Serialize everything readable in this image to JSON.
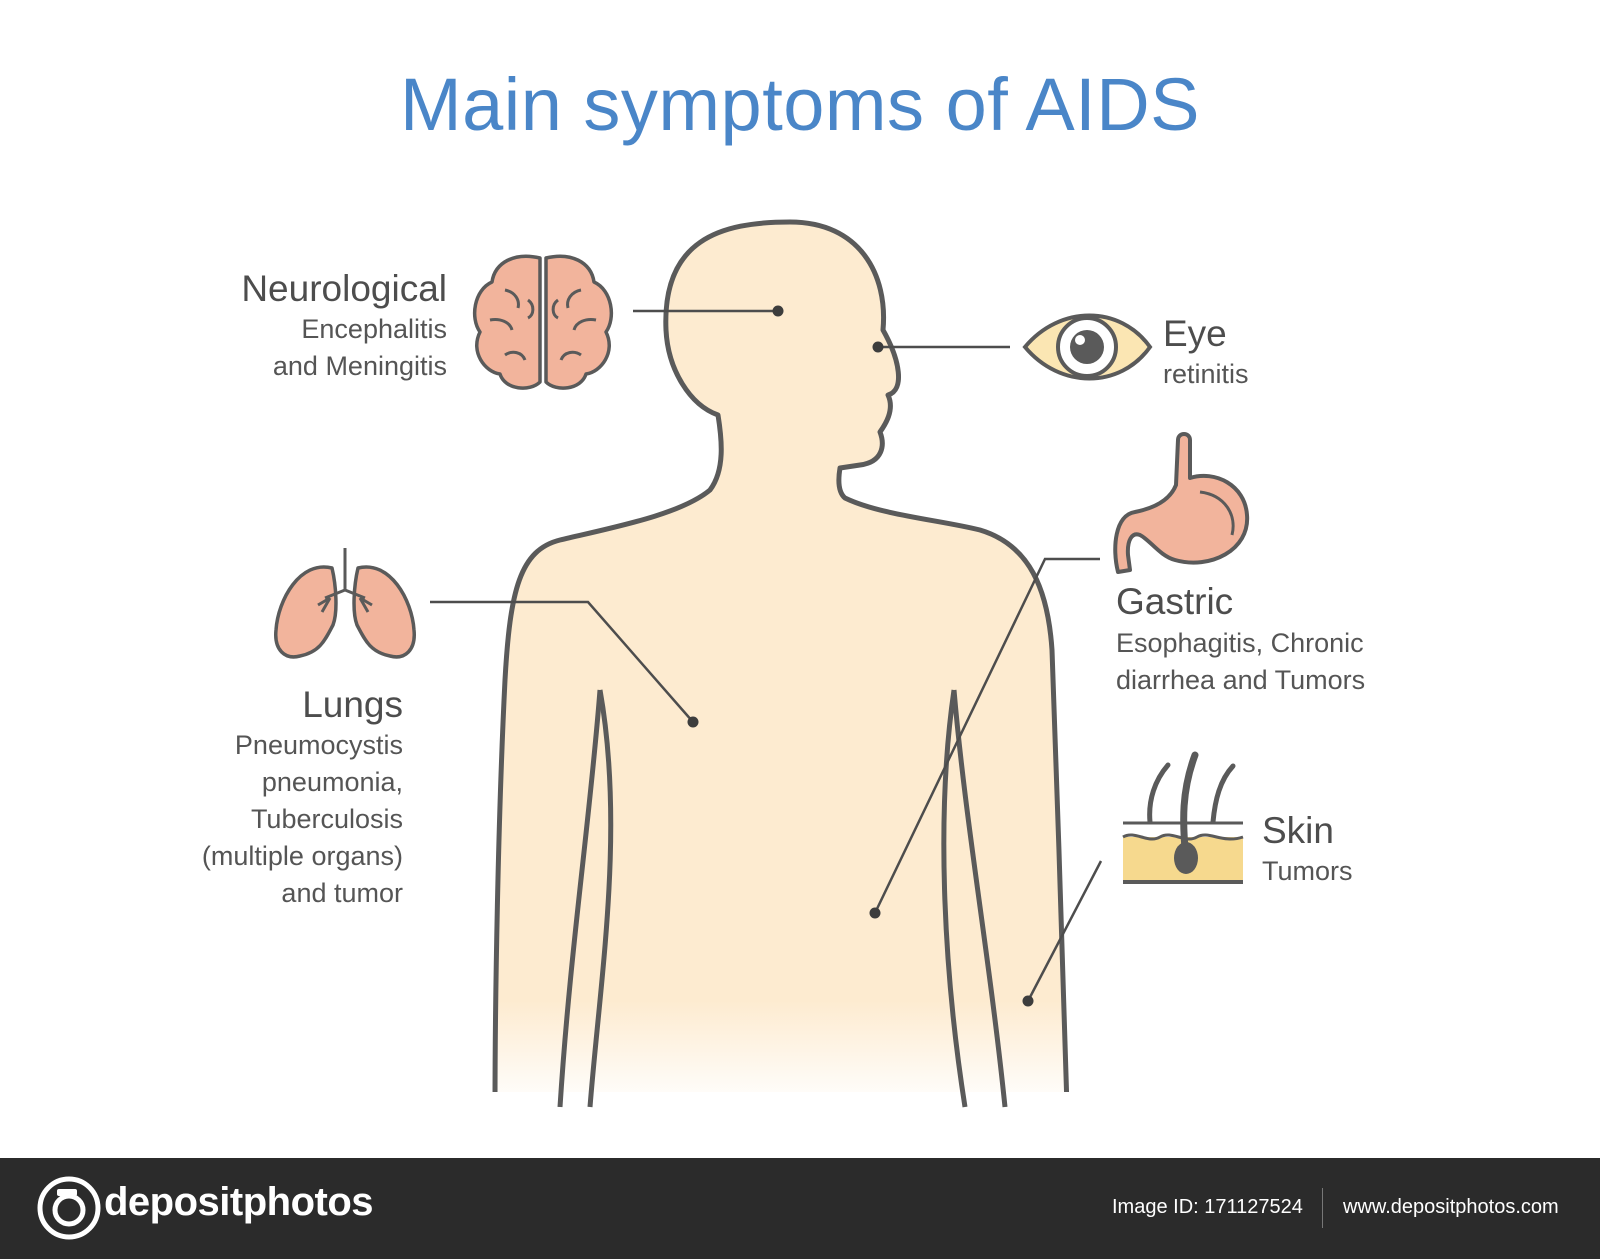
{
  "title": "Main symptoms of AIDS",
  "symptoms": {
    "neurological": {
      "heading": "Neurological",
      "lines": [
        "Encephalitis",
        "and Meningitis"
      ],
      "icon": "brain-icon"
    },
    "eye": {
      "heading": "Eye",
      "lines": [
        "retinitis"
      ],
      "icon": "eye-icon"
    },
    "gastric": {
      "heading": "Gastric",
      "lines": [
        "Esophagitis, Chronic",
        "diarrhea and Tumors"
      ],
      "icon": "stomach-icon"
    },
    "lungs": {
      "heading": "Lungs",
      "lines": [
        "Pneumocystis",
        "pneumonia,",
        "Tuberculosis",
        "(multiple organs)",
        "and tumor"
      ],
      "icon": "lungs-icon"
    },
    "skin": {
      "heading": "Skin",
      "lines": [
        "Tumors"
      ],
      "icon": "skin-icon"
    }
  },
  "footer": {
    "brand": "depositphotos",
    "image_id": "Image ID: 171127524",
    "url": "www.depositphotos.com"
  },
  "colors": {
    "title": "#4a86c8",
    "body_fill": "#fdebd0",
    "outline": "#5a5a5a",
    "organ_fill": "#f2b49c",
    "eye_fill": "#fbe6b3",
    "skin_fill": "#f6d98e",
    "footer_bg": "#2b2b2b"
  }
}
